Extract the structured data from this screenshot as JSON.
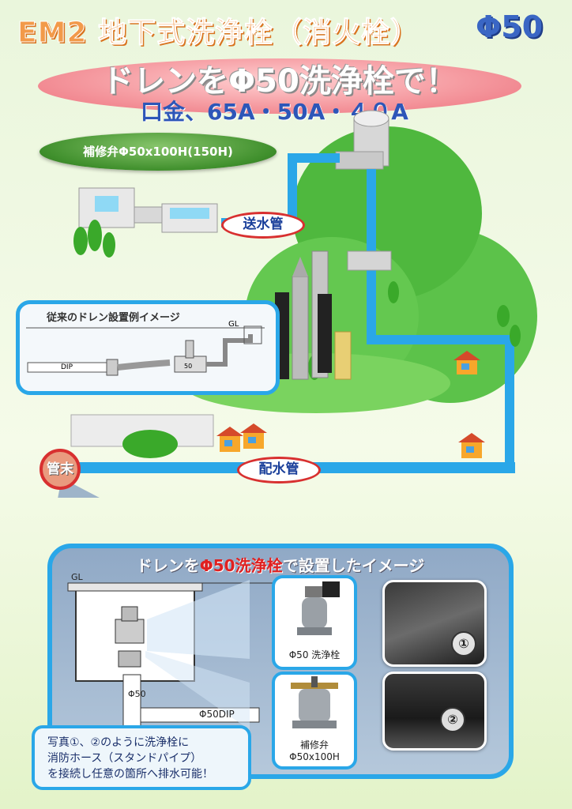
{
  "title": {
    "main": "EM2 地下式洗浄栓（消火栓）",
    "size": "Φ50"
  },
  "banner": {
    "main": "ドレンをΦ50洗浄栓で！",
    "sub": "口金、65A・50A・４０A"
  },
  "valve_badge": "補修弁Φ50x100H(150H)",
  "pipes": {
    "supply": "送水管",
    "distribution": "配水管"
  },
  "pipe_end": "管末",
  "conventional": {
    "title": "従来のドレン設置例イメージ",
    "gl": "GL",
    "dip": "DIP",
    "valve_num": "50"
  },
  "main_panel": {
    "title_pre": "ドレンを",
    "title_red": "Φ50洗浄栓",
    "title_post": "で設置したイメージ",
    "gl": "GL",
    "vertical_label": "Φ50",
    "dip_label": "Φ50DIP",
    "hydrant_label": "Φ50 洗浄栓",
    "valve_label_1": "補修弁",
    "valve_label_2": "Φ50x100H",
    "photo1_num": "①",
    "photo2_num": "②"
  },
  "info": {
    "line1": "写真①、②のように洗浄栓に",
    "line2": "消防ホース（スタンドパイプ）",
    "line3": "を接続し任意の箇所へ排水可能！"
  },
  "colors": {
    "pipe": "#2aa7e8",
    "accent_orange": "#f29a4a",
    "accent_blue": "#3a66c4",
    "red": "#d83030",
    "green": "#3f8f2c"
  }
}
